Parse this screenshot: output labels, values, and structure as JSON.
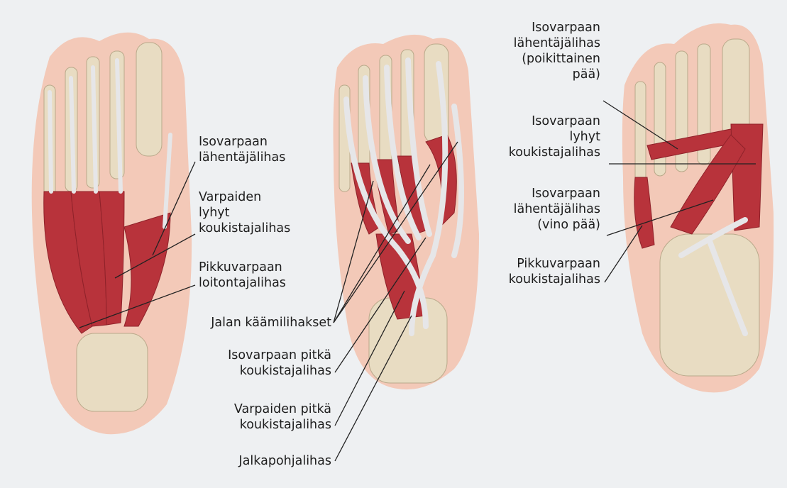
{
  "labels": {
    "foot1": {
      "isovarpaan_lahentajalihas": "Isovarpaan\nlähentäjälihas",
      "varpaiden_lyhyt": "Varpaiden\nlyhyt\nkoukistajalihas",
      "pikkuvarpaan_loitonta": "Pikkuvarpaan\nloitontajalihas"
    },
    "foot2": {
      "jalan_kaamilihakset": "Jalan käämilihakset",
      "isovarpaan_pitka": "Isovarpaan pitkä\nkoukistajalihas",
      "varpaiden_pitka": "Varpaiden pitkä\nkoukistajalihas",
      "jalkapohjalihas": "Jalkapohjalihas"
    },
    "foot3": {
      "isovarpaan_poikittainen": "Isovarpaan\nlähentäjälihas\n(poikittainen\npää)",
      "isovarpaan_lyhyt": "Isovarpaan\nlyhyt\nkoukistajalihas",
      "isovarpaan_vino": "Isovarpaan\nlähentäjälihas\n(vino pää)",
      "pikkuvarpaan_koukistaja": "Pikkuvarpaan\nkoukistajalihas"
    }
  },
  "colors": {
    "skin": "#f3c9b8",
    "muscle": "#b8333b",
    "bone": "#e8dcc2",
    "tendon": "#e6e6e8",
    "line": "#222222"
  }
}
